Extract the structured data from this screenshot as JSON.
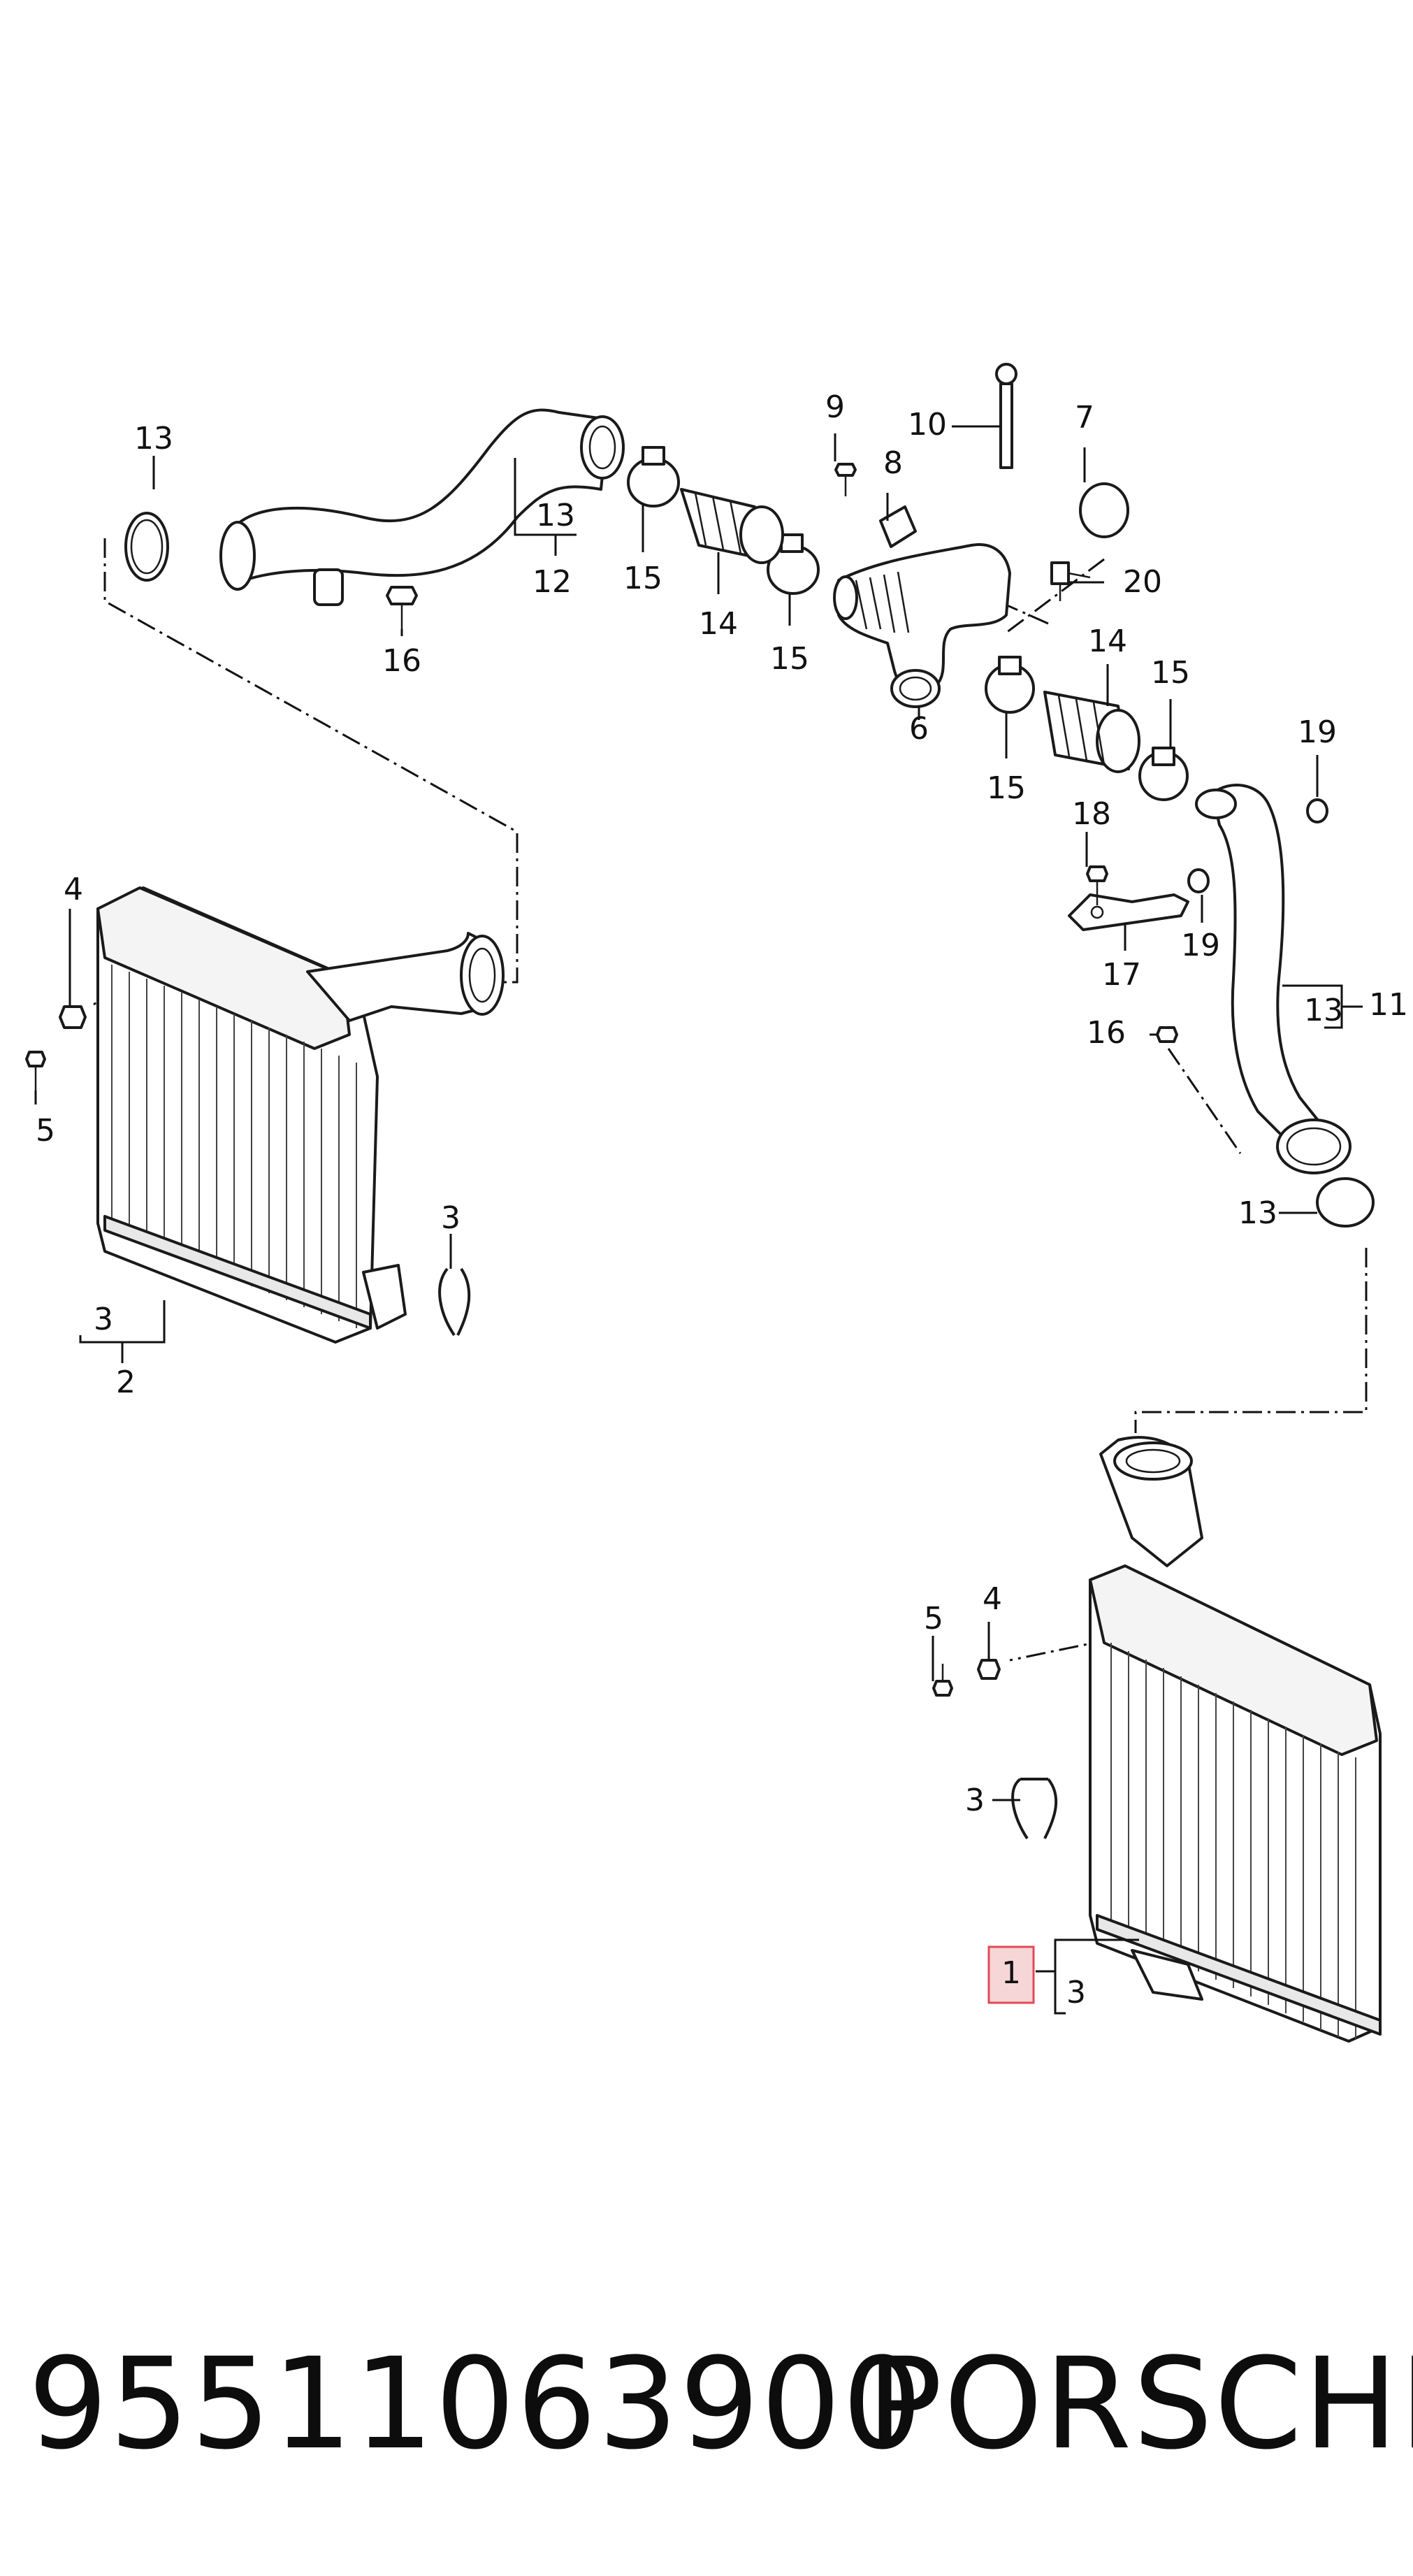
{
  "callouts": {
    "c1": "1",
    "c2": "2",
    "c3a": "3",
    "c3b": "3",
    "c3c": "3",
    "c3d": "3",
    "c4a": "4",
    "c4b": "4",
    "c5a": "5",
    "c5b": "5",
    "c6": "6",
    "c7": "7",
    "c8": "8",
    "c9": "9",
    "c10": "10",
    "c11": "11",
    "c12": "12",
    "c13a": "13",
    "c13b": "13",
    "c13c": "13",
    "c13d": "13",
    "c14a": "14",
    "c14b": "14",
    "c15a": "15",
    "c15b": "15",
    "c15c": "15",
    "c15d": "15",
    "c16a": "16",
    "c16b": "16",
    "c17": "17",
    "c18": "18",
    "c19a": "19",
    "c19b": "19",
    "c20": "20"
  },
  "highlight_color": "#f7d6d8",
  "highlight_border": "#e04a56",
  "footer": {
    "part_number": "95511063900",
    "brand": "PORSCHE"
  }
}
